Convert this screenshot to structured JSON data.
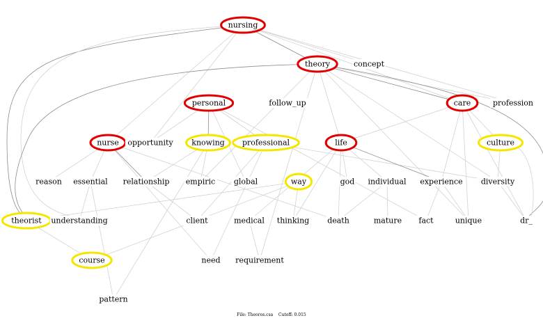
{
  "footer": {
    "file": "File: Theoros.csa",
    "cutoff": "Cutoff: 0.015"
  },
  "colors": {
    "ring_red": "#e00000",
    "ring_yellow": "#f5e600",
    "edge_dark": "#8c8c8c",
    "edge_light": "#d2d2d2"
  },
  "nodes": [
    {
      "id": "nursing",
      "label": "nursing",
      "ring": "red"
    },
    {
      "id": "theory",
      "label": "theory",
      "ring": "red"
    },
    {
      "id": "concept",
      "label": "concept",
      "ring": "none"
    },
    {
      "id": "personal",
      "label": "personal",
      "ring": "red"
    },
    {
      "id": "follow_up",
      "label": "follow_up",
      "ring": "none"
    },
    {
      "id": "care",
      "label": "care",
      "ring": "red"
    },
    {
      "id": "profession",
      "label": "profession",
      "ring": "none"
    },
    {
      "id": "nurse",
      "label": "nurse",
      "ring": "red"
    },
    {
      "id": "opportunity",
      "label": "opportunity",
      "ring": "none"
    },
    {
      "id": "knowing",
      "label": "knowing",
      "ring": "yellow"
    },
    {
      "id": "professional",
      "label": "professional",
      "ring": "yellow"
    },
    {
      "id": "life",
      "label": "life",
      "ring": "red"
    },
    {
      "id": "culture",
      "label": "culture",
      "ring": "yellow"
    },
    {
      "id": "reason",
      "label": "reason",
      "ring": "none"
    },
    {
      "id": "essential",
      "label": "essential",
      "ring": "none"
    },
    {
      "id": "relationship",
      "label": "relationship",
      "ring": "none"
    },
    {
      "id": "empiric",
      "label": "empiric",
      "ring": "none"
    },
    {
      "id": "global",
      "label": "global",
      "ring": "none"
    },
    {
      "id": "way",
      "label": "way",
      "ring": "yellow"
    },
    {
      "id": "god",
      "label": "god",
      "ring": "none"
    },
    {
      "id": "individual",
      "label": "individual",
      "ring": "none"
    },
    {
      "id": "experience",
      "label": "experience",
      "ring": "none"
    },
    {
      "id": "diversity",
      "label": "diversity",
      "ring": "none"
    },
    {
      "id": "theorist",
      "label": "theorist",
      "ring": "yellow"
    },
    {
      "id": "understanding",
      "label": "understanding",
      "ring": "none"
    },
    {
      "id": "client",
      "label": "client",
      "ring": "none"
    },
    {
      "id": "medical",
      "label": "medical",
      "ring": "none"
    },
    {
      "id": "thinking",
      "label": "thinking",
      "ring": "none"
    },
    {
      "id": "death",
      "label": "death",
      "ring": "none"
    },
    {
      "id": "mature",
      "label": "mature",
      "ring": "none"
    },
    {
      "id": "fact",
      "label": "fact",
      "ring": "none"
    },
    {
      "id": "unique",
      "label": "unique",
      "ring": "none"
    },
    {
      "id": "dr_",
      "label": "dr_",
      "ring": "none"
    },
    {
      "id": "course",
      "label": "course",
      "ring": "yellow"
    },
    {
      "id": "need",
      "label": "need",
      "ring": "none"
    },
    {
      "id": "requirement",
      "label": "requirement",
      "ring": "none"
    },
    {
      "id": "pattern",
      "label": "pattern",
      "ring": "none"
    }
  ],
  "edges": [
    {
      "from": "nursing",
      "to": "theory",
      "weight": "strong"
    },
    {
      "from": "nursing",
      "to": "theorist",
      "weight": "strong"
    },
    {
      "from": "nursing",
      "to": "concept",
      "weight": "light"
    },
    {
      "from": "nursing",
      "to": "profession",
      "weight": "light"
    },
    {
      "from": "nursing",
      "to": "care",
      "weight": "light"
    },
    {
      "from": "nursing",
      "to": "nurse",
      "weight": "light"
    },
    {
      "from": "nursing",
      "to": "opportunity",
      "weight": "light"
    },
    {
      "from": "nursing",
      "to": "understanding",
      "weight": "light"
    },
    {
      "from": "theory",
      "to": "theorist",
      "weight": "strong"
    },
    {
      "from": "theory",
      "to": "care",
      "weight": "strong"
    },
    {
      "from": "theory",
      "to": "profession",
      "weight": "light"
    },
    {
      "from": "theory",
      "to": "life",
      "weight": "light"
    },
    {
      "from": "theory",
      "to": "requirement",
      "weight": "light"
    },
    {
      "from": "theory",
      "to": "unique",
      "weight": "light"
    },
    {
      "from": "theory",
      "to": "dr_",
      "weight": "strong"
    },
    {
      "from": "theory",
      "to": "diversity",
      "weight": "light"
    },
    {
      "from": "theory",
      "to": "empiric",
      "weight": "light"
    },
    {
      "from": "personal",
      "to": "knowing",
      "weight": "strong"
    },
    {
      "from": "personal",
      "to": "professional",
      "weight": "light"
    },
    {
      "from": "personal",
      "to": "opportunity",
      "weight": "light"
    },
    {
      "from": "personal",
      "to": "global",
      "weight": "light"
    },
    {
      "from": "personal",
      "to": "fact",
      "weight": "light"
    },
    {
      "from": "knowing",
      "to": "empiric",
      "weight": "light"
    },
    {
      "from": "knowing",
      "to": "pattern",
      "weight": "light"
    },
    {
      "from": "knowing",
      "to": "relationship",
      "weight": "light"
    },
    {
      "from": "professional",
      "to": "diversity",
      "weight": "light"
    },
    {
      "from": "professional",
      "to": "client",
      "weight": "light"
    },
    {
      "from": "professional",
      "to": "need",
      "weight": "light"
    },
    {
      "from": "care",
      "to": "culture",
      "weight": "light"
    },
    {
      "from": "care",
      "to": "life",
      "weight": "light"
    },
    {
      "from": "care",
      "to": "unique",
      "weight": "light"
    },
    {
      "from": "care",
      "to": "experience",
      "weight": "light"
    },
    {
      "from": "care",
      "to": "dr_",
      "weight": "light"
    },
    {
      "from": "culture",
      "to": "diversity",
      "weight": "light"
    },
    {
      "from": "culture",
      "to": "dr_",
      "weight": "light"
    },
    {
      "from": "nurse",
      "to": "relationship",
      "weight": "strong"
    },
    {
      "from": "nurse",
      "to": "reason",
      "weight": "light"
    },
    {
      "from": "nurse",
      "to": "essential",
      "weight": "light"
    },
    {
      "from": "nurse",
      "to": "need",
      "weight": "light"
    },
    {
      "from": "nurse",
      "to": "death",
      "weight": "light"
    },
    {
      "from": "life",
      "to": "experience",
      "weight": "strong"
    },
    {
      "from": "life",
      "to": "god",
      "weight": "light"
    },
    {
      "from": "life",
      "to": "individual",
      "weight": "light"
    },
    {
      "from": "life",
      "to": "death",
      "weight": "light"
    },
    {
      "from": "life",
      "to": "medical",
      "weight": "light"
    },
    {
      "from": "life",
      "to": "thinking",
      "weight": "light"
    },
    {
      "from": "way",
      "to": "thinking",
      "weight": "light"
    },
    {
      "from": "way",
      "to": "theorist",
      "weight": "light"
    },
    {
      "from": "way",
      "to": "course",
      "weight": "light"
    },
    {
      "from": "essential",
      "to": "understanding",
      "weight": "light"
    },
    {
      "from": "essential",
      "to": "pattern",
      "weight": "light"
    },
    {
      "from": "theorist",
      "to": "course",
      "weight": "light"
    },
    {
      "from": "medical",
      "to": "requirement",
      "weight": "light"
    },
    {
      "from": "individual",
      "to": "mature",
      "weight": "light"
    },
    {
      "from": "individual",
      "to": "death",
      "weight": "light"
    },
    {
      "from": "experience",
      "to": "fact",
      "weight": "light"
    },
    {
      "from": "experience",
      "to": "unique",
      "weight": "light"
    },
    {
      "from": "diversity",
      "to": "dr_",
      "weight": "light"
    },
    {
      "from": "client",
      "to": "relationship",
      "weight": "light"
    }
  ]
}
